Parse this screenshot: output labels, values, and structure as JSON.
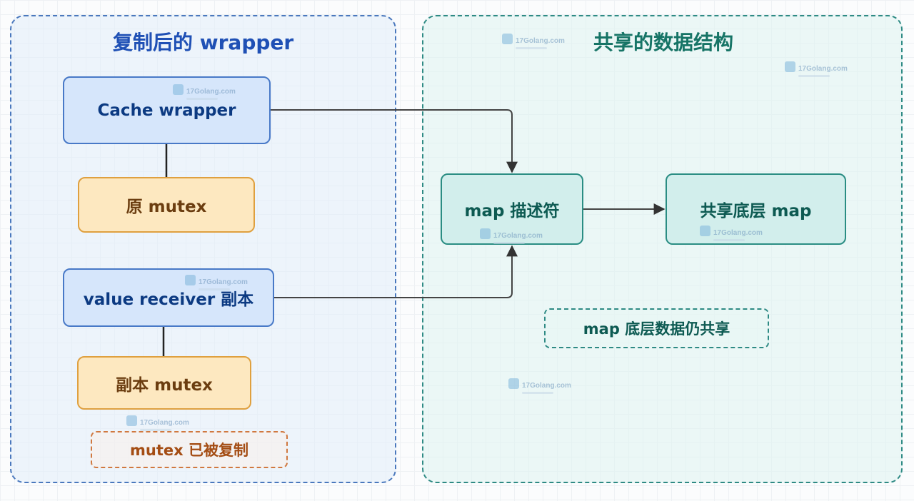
{
  "groups": {
    "left": {
      "title": "复制后的 wrapper"
    },
    "right": {
      "title": "共享的数据结构"
    }
  },
  "nodes": {
    "cache_wrapper": "Cache wrapper",
    "orig_mutex": "原 mutex",
    "value_receiver": "value receiver 副本",
    "copy_mutex": "副本 mutex",
    "map_descriptor": "map 描述符",
    "shared_map": "共享底层 map"
  },
  "notes": {
    "mutex_copied": "mutex 已被复制",
    "map_shared": "map 底层数据仍共享"
  },
  "watermark": {
    "text": "17Golang.com"
  },
  "colors": {
    "left_group_border": "#4a78bd",
    "right_group_border": "#2e8a84",
    "blue_node_fill": "#d6e6fb",
    "orange_node_fill": "#fde8c0",
    "teal_node_fill": "#d2eeec",
    "edge": "#333333"
  }
}
